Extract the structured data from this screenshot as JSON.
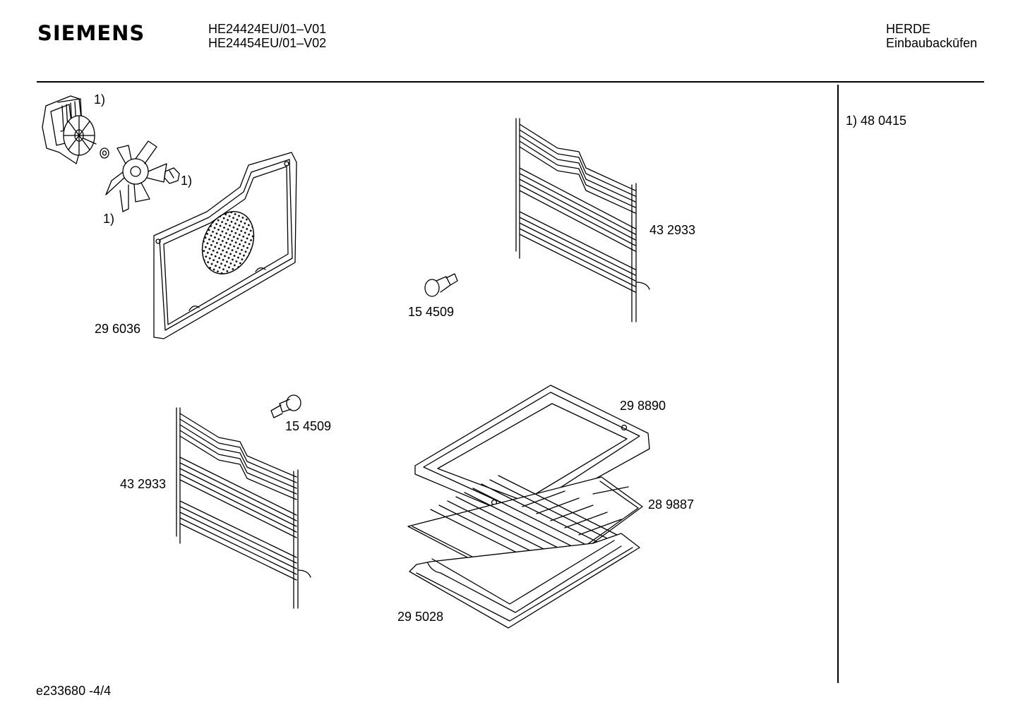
{
  "header": {
    "brand": "SIEMENS",
    "model_line_1": "HE24424EU/01–V01",
    "model_line_2": "HE24454EU/01–V02",
    "category": "HERDE",
    "subcategory": "Einbaubackūfen"
  },
  "footnote": "1)  48 0415",
  "labels": {
    "fan_motor_note": "1)",
    "fan_nut_note": "1)",
    "fan_blade_note": "1)",
    "back_panel": "29 6036",
    "screw_top": "15 4509",
    "rack_top_right": "43 2933",
    "screw_bottom": "15 4509",
    "rack_bottom_left": "43 2933",
    "baking_tray": "29 8890",
    "wire_grid": "28 9887",
    "deep_pan": "29 5028"
  },
  "footer": {
    "doc_id": "e233680  -4/4"
  }
}
